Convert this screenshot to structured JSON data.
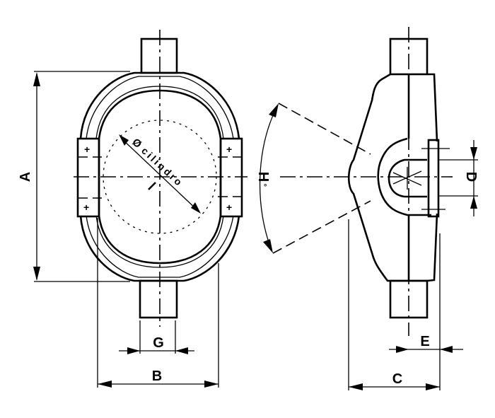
{
  "drawing": {
    "title": "Cast clamp technical drawing with dimension callouts",
    "views": [
      "front-view",
      "side-view"
    ],
    "dimensions": {
      "A": "A",
      "B": "B",
      "C": "C",
      "D": "D",
      "E": "E",
      "G": "G",
      "H": "H",
      "H_suffix": "°"
    },
    "cylinder_label": "Ø cilindro",
    "cylinder_symbol": "Ø",
    "cylinder_text": "cilindro",
    "bolt_marks": [
      "+",
      "+",
      "+",
      "+"
    ],
    "colors": {
      "line": "#000000",
      "background": "#ffffff"
    }
  }
}
